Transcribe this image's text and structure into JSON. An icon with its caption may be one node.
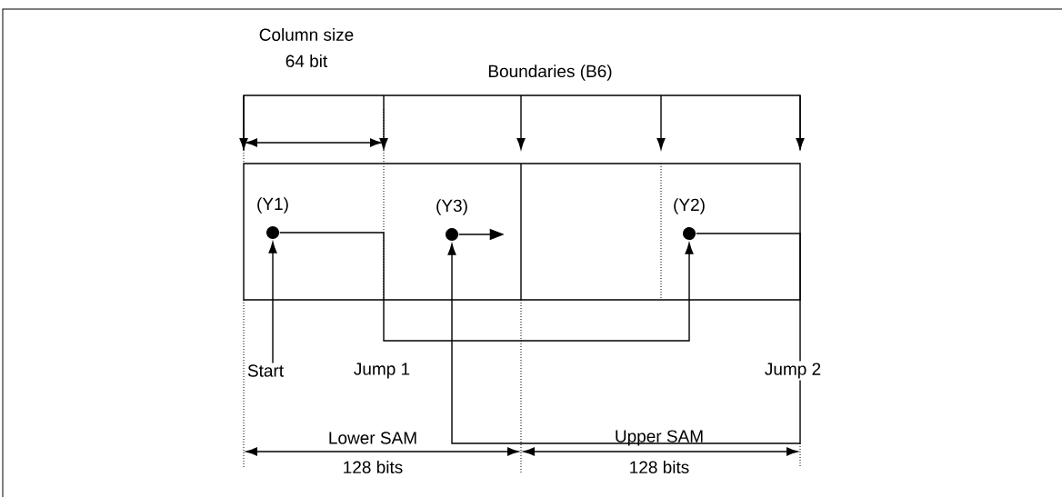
{
  "diagram": {
    "nodes": [
      {
        "text": [],
        "shape": "circle",
        "beside": [
          "(Y1)"
        ]
      },
      {
        "text": [],
        "shape": "circle",
        "beside": [
          "(Y3)"
        ]
      },
      {
        "text": [],
        "shape": "circle",
        "beside": [
          "(Y2)"
        ]
      },
      {
        "text": [
          "Start"
        ]
      }
    ],
    "edges": [
      {
        "from": 3,
        "to": 0,
        "arrow": "to"
      },
      {
        "from": 0,
        "to": 2,
        "arrow": "to",
        "label": "Jump 1"
      },
      {
        "from": 2,
        "to": 1,
        "arrow": "to",
        "label": "Jump 2"
      },
      {
        "from": 1,
        "to": null,
        "arrow": "to"
      }
    ],
    "labels": [
      "Column size",
      "64 bit",
      "Boundaries (B6)",
      "Lower SAM",
      "128 bits",
      "Upper SAM",
      "128 bits"
    ]
  }
}
